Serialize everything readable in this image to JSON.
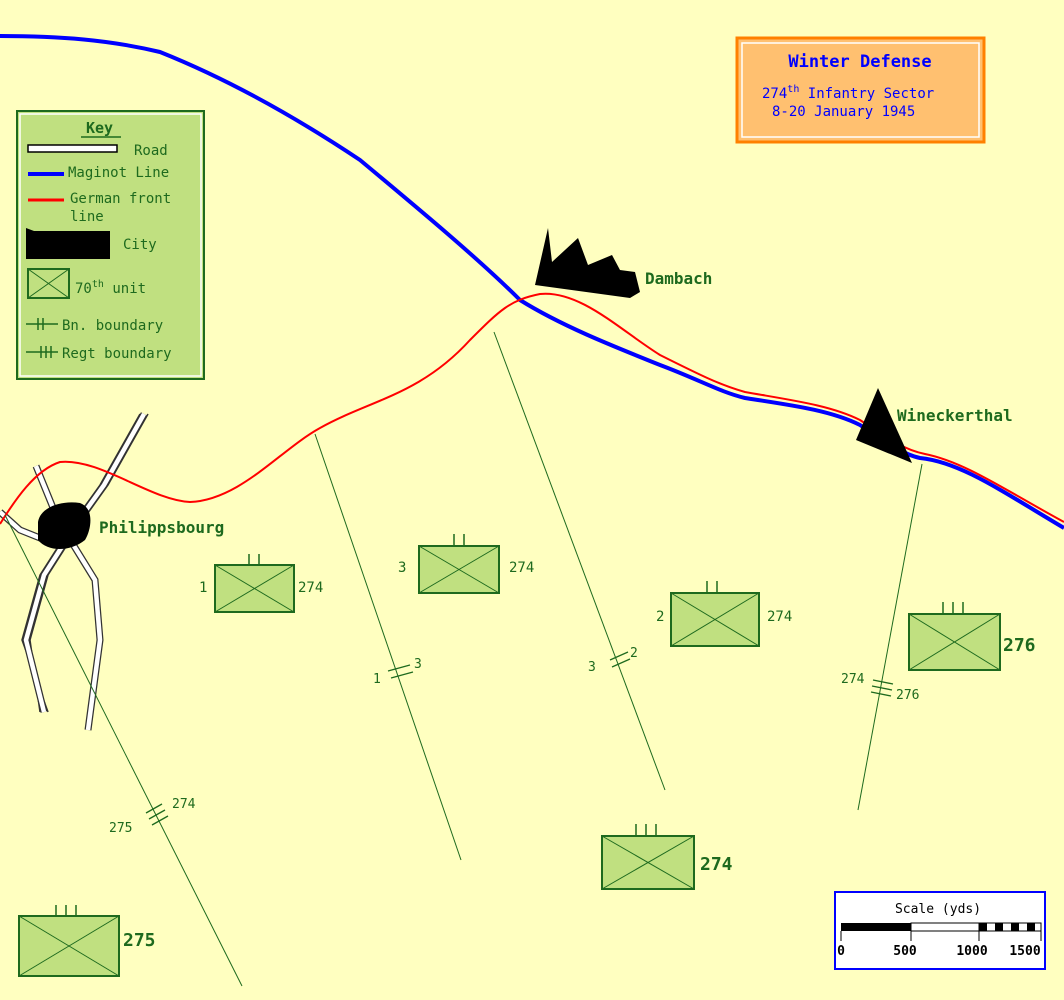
{
  "title": {
    "main": "Winter Defense",
    "line2_num": "274",
    "line2_sup": "th",
    "line2_rest": " Infantry Sector",
    "line3": "8-20 January 1945"
  },
  "key": {
    "heading": "Key",
    "road": "Road",
    "maginot": "Maginot Line",
    "german_front_1": "German front",
    "german_front_2": "line",
    "city": "City",
    "unit_num": "70",
    "unit_sup": "th",
    "unit_rest": " unit",
    "bn": "Bn. boundary",
    "regt": "Regt boundary"
  },
  "places": {
    "philippsbourg": "Philippsbourg",
    "dambach": "Dambach",
    "wineckerthal": "Wineckerthal"
  },
  "units": [
    {
      "left": "1",
      "right": "274"
    },
    {
      "left": "3",
      "right": "274"
    },
    {
      "left": "2",
      "right": "274"
    },
    {
      "left": "",
      "right": "276"
    },
    {
      "left": "",
      "right": "274"
    },
    {
      "left": "",
      "right": "275"
    }
  ],
  "boundaries": [
    {
      "a": "1",
      "b": "3"
    },
    {
      "a": "3",
      "b": "2"
    },
    {
      "a": "274",
      "b": "276"
    },
    {
      "a": "275",
      "b": "274"
    }
  ],
  "scale": {
    "title": "Scale (yds)",
    "ticks": [
      "0",
      "500",
      "1000",
      "1500"
    ]
  },
  "colors": {
    "background": "#ffffc0",
    "maginot": "#0000ff",
    "front": "#ff0000",
    "unit_fill": "#c0e080",
    "text_green": "#1e6a1e",
    "title_box": "#ffc070"
  }
}
